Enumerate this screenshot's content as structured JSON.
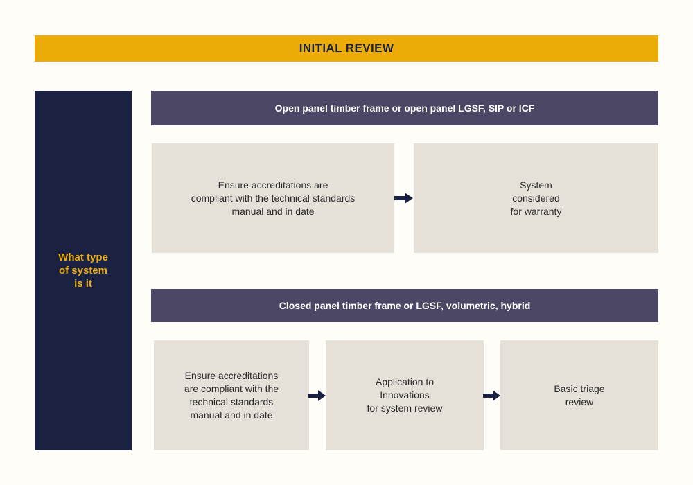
{
  "banner": {
    "title": "INITIAL REVIEW"
  },
  "sidebar": {
    "label": "What type\nof system\nis it"
  },
  "sections": [
    {
      "header": "Open panel timber frame or open panel LGSF, SIP or ICF",
      "steps": [
        "Ensure accreditations are\ncompliant with the technical standards\nmanual and in date",
        "System\nconsidered\nfor warranty"
      ]
    },
    {
      "header": "Closed panel timber frame or LGSF, volumetric, hybrid",
      "steps": [
        "Ensure accreditations\nare compliant with the\ntechnical standards\nmanual and in date",
        "Application to\nInnovations\nfor system review",
        "Basic triage\nreview"
      ]
    }
  ],
  "colors": {
    "page_background": "#FFFDF7",
    "banner_background": "#ECAC08",
    "banner_text": "#1B2140",
    "sidebar_background": "#1B2140",
    "sidebar_text": "#ECAC08",
    "section_header_background": "#4C4765",
    "section_header_text": "#FFFFFF",
    "step_box_background": "#E5E1D9",
    "step_box_text": "#2B2B2B",
    "arrow": "#1B2140"
  }
}
